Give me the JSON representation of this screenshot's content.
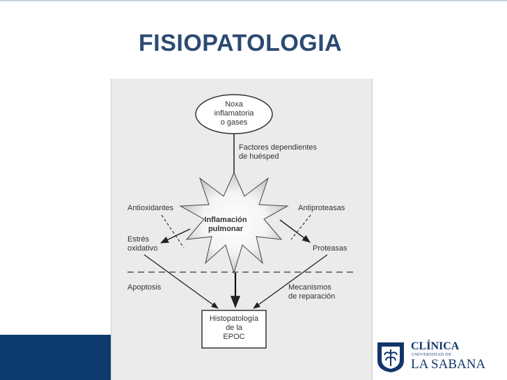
{
  "slide": {
    "title": "FISIOPATOLOGIA"
  },
  "diagram": {
    "nodes": {
      "noxa": [
        "Noxa",
        "inflamatoria",
        "o gases"
      ],
      "factores": [
        "Factores dependientes",
        "de huésped"
      ],
      "inflamacion": [
        "Inflamación",
        "pulmonar"
      ],
      "antioxidantes": "Antioxidantes",
      "antiproteasas": "Antiproteasas",
      "estres": [
        "Estrés",
        "oxidativo"
      ],
      "proteasas": "Proteasas",
      "apoptosis": "Apoptosis",
      "mecanismos": [
        "Mecanismos",
        "de reparación"
      ],
      "histo": [
        "Histopatología",
        "de la",
        "EPOC"
      ]
    }
  },
  "logo": {
    "line1": "CLÍNICA",
    "line2": "UNIVERSIDAD DE",
    "line3": "LA SABANA"
  },
  "colors": {
    "title": "#2b4a73",
    "band": "#0d3b6e",
    "logo": "#12356a",
    "panel": "#ebebeb"
  }
}
